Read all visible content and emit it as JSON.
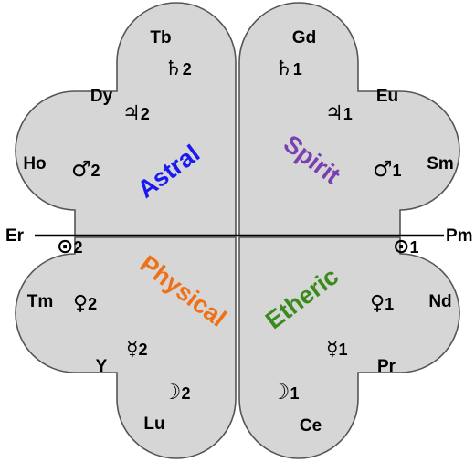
{
  "axis": {
    "left": "Er",
    "right": "Pm"
  },
  "quadrants": {
    "astral": {
      "name": "Astral",
      "color": "#1a1aee"
    },
    "spirit": {
      "name": "Spirit",
      "color": "#7a3fb0"
    },
    "physical": {
      "name": "Physical",
      "color": "#f07016"
    },
    "etheric": {
      "name": "Etheric",
      "color": "#3a8a1e"
    }
  },
  "elements": {
    "tb": "Tb",
    "dy": "Dy",
    "ho": "Ho",
    "gd": "Gd",
    "eu": "Eu",
    "sm": "Sm",
    "tm": "Tm",
    "y": "Y",
    "lu": "Lu",
    "nd": "Nd",
    "pr": "Pr",
    "ce": "Ce"
  },
  "planets": {
    "saturn": {
      "glyph": "♄",
      "index_2": "2",
      "index_1": "1"
    },
    "jupiter": {
      "glyph": "♃",
      "index_2": "2",
      "index_1": "1"
    },
    "mars": {
      "glyph": "♂",
      "index_2": "2",
      "index_1": "1"
    },
    "sun": {
      "glyph": "⊙",
      "index_2": "2",
      "index_1": "1"
    },
    "venus": {
      "glyph": "♀",
      "index_2": "2",
      "index_1": "1"
    },
    "mercury": {
      "glyph": "☿",
      "index_2": "2",
      "index_1": "1"
    },
    "moon": {
      "glyph": "☽",
      "index_2": "2",
      "index_1": "1"
    }
  },
  "colors": {
    "fill": "#d6d6d6",
    "stroke": "#555555",
    "axis": "#000000"
  }
}
